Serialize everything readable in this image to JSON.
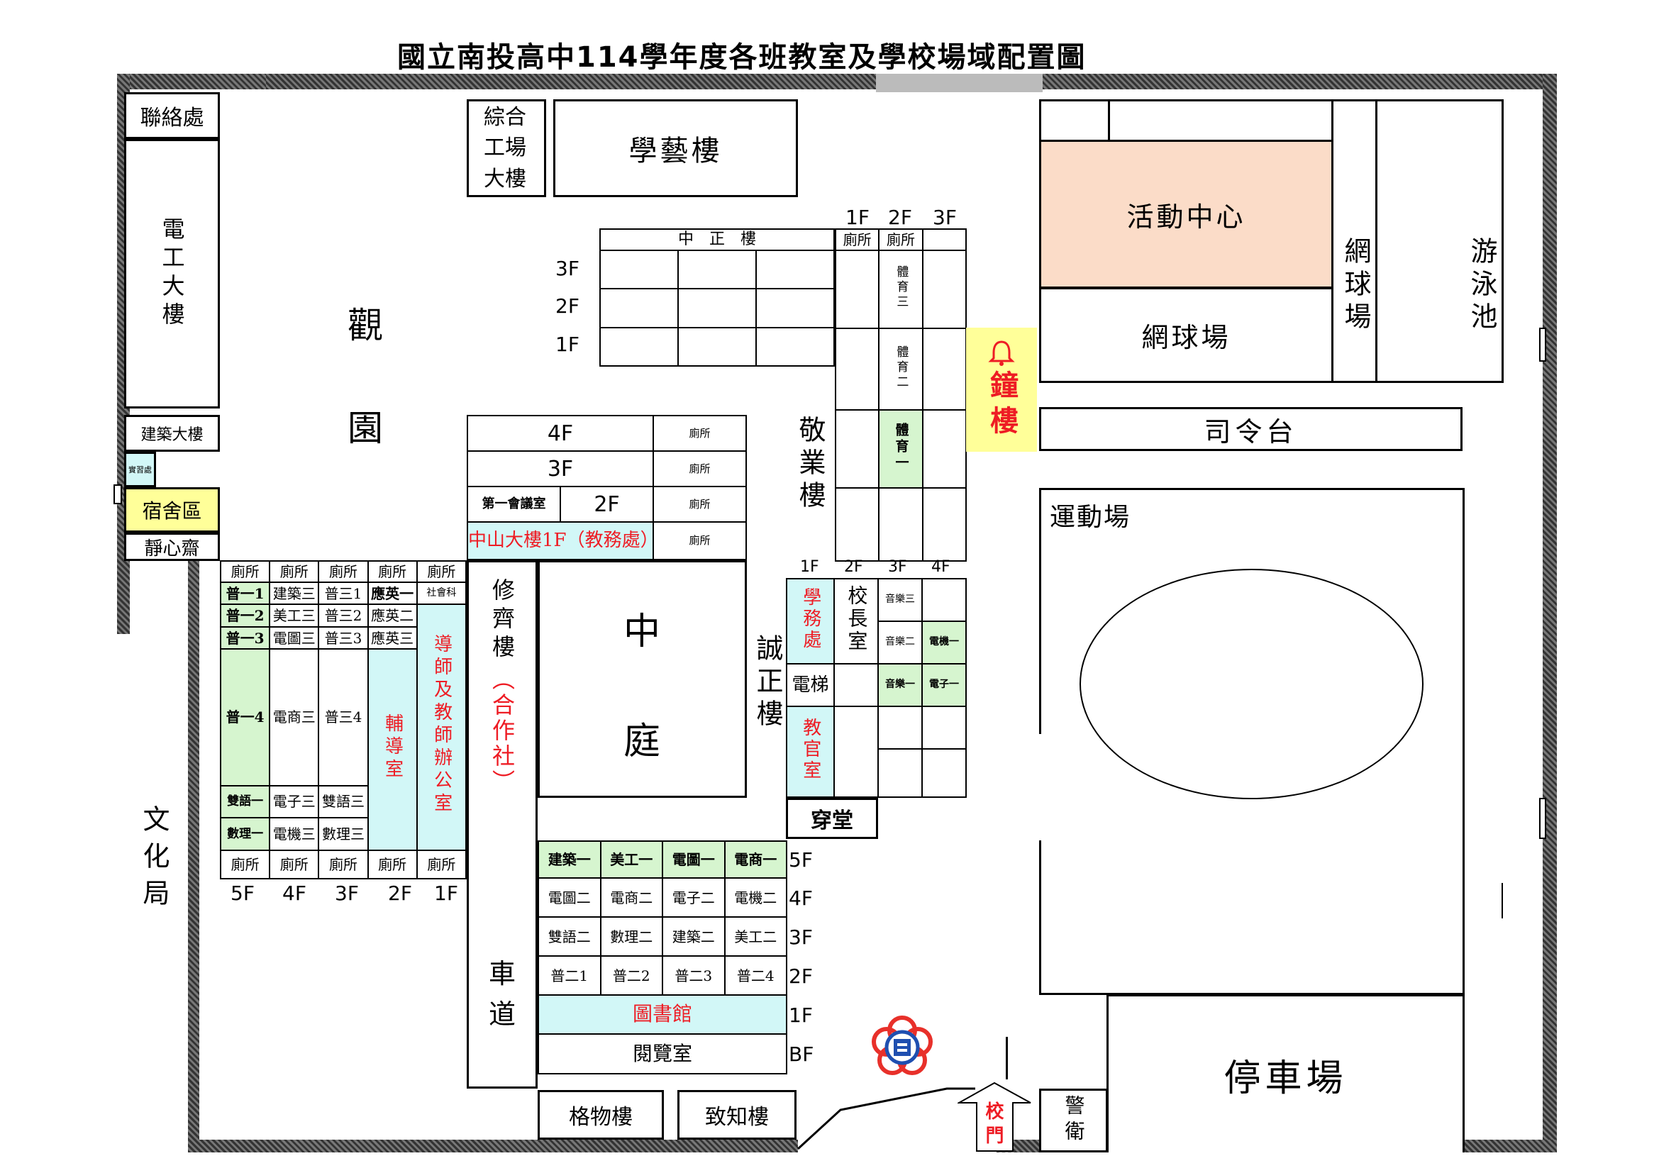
{
  "title": "國立南投高中114學年度各班教室及學校場域配置圖",
  "buildings": {
    "liaison": "聯絡處",
    "dianGong": "電工大樓",
    "guanYuan": [
      "觀",
      "園"
    ],
    "jianZhu": "建築大樓",
    "shiXi": "實習處",
    "dorm": "宿舍區",
    "jingXin": "靜心齋",
    "zongHe": "綜合工場大樓",
    "xueYi": "學藝樓",
    "zhongZheng": "中　正　樓",
    "activity": "活動中心",
    "tennis": "網球場",
    "tennis2": "網球場",
    "pool": "游泳池",
    "bell": "鐘樓",
    "stage": "司令台",
    "sports": "運動場",
    "jingYe": "敬業樓",
    "conference": "第一會議室",
    "zhongShan": "中山大樓1F（教務處）",
    "xiuQi": "修齊樓",
    "coop": "（合作社）",
    "courtyard": [
      "中",
      "庭"
    ],
    "chengZheng": "誠正樓",
    "chuanTang": "穿堂",
    "library": "圖書館",
    "reading": "閱覽室",
    "road": [
      "車",
      "道"
    ],
    "gewu": "格物樓",
    "zhizhi": "致知樓",
    "gate": [
      "校",
      "門"
    ],
    "guard": "警衛",
    "parking": "停車場",
    "culture": "文化局"
  },
  "floors": {
    "zz_left": [
      "3F",
      "2F",
      "1F"
    ],
    "zz_right": [
      "1F",
      "2F",
      "3F"
    ],
    "jy": [
      "4F",
      "3F",
      "2F"
    ],
    "xy_bottom": [
      "5F",
      "4F",
      "3F",
      "2F",
      "1F",
      "BF"
    ],
    "cz_top": [
      "1F",
      "2F",
      "3F",
      "4F"
    ],
    "south_right": [
      "5F",
      "4F",
      "3F",
      "2F",
      "1F",
      "BF"
    ]
  },
  "restroom": "廁所",
  "zhongzheng_east": {
    "restrooms": [
      "廁所",
      "廁所"
    ],
    "pe3": "體育三",
    "pe2": "體育二",
    "pe1": "體育一"
  },
  "west_block": {
    "rows": [
      [
        "普一1",
        "建築三",
        "普三1",
        "應英一",
        "社會科"
      ],
      [
        "普一2",
        "美工三",
        "普三2",
        "應英二",
        ""
      ],
      [
        "普一3",
        "電圖三",
        "普三3",
        "應英三",
        ""
      ],
      [
        "普一4",
        "電商三",
        "普三4",
        "",
        ""
      ],
      [
        "雙語一",
        "電子三",
        "雙語三",
        "",
        ""
      ],
      [
        "數理一",
        "電機三",
        "數理三",
        "",
        ""
      ]
    ],
    "fudao": "輔導室",
    "teachers": "導師及教師辦公室"
  },
  "chengzheng_block": {
    "academic": "學務處",
    "principal": "校長室",
    "elevator": "電梯",
    "military": "教官室",
    "music3": "音樂三",
    "music2": "音樂二",
    "music1": "音樂一",
    "elec_machine1": "電機一",
    "electronics1": "電子一"
  },
  "south_block": {
    "rows": [
      [
        "建築一",
        "美工一",
        "電圖一",
        "電商一"
      ],
      [
        "電圖二",
        "電商二",
        "電子二",
        "電機二"
      ],
      [
        "雙語二",
        "數理二",
        "建築二",
        "美工二"
      ],
      [
        "普二1",
        "普二2",
        "普二3",
        "普二4"
      ]
    ]
  },
  "colors": {
    "red": "#ee1c24",
    "green": "#d6f5cf",
    "cyan": "#d2f7f7",
    "yellow": "#ffff99",
    "peach": "#fbdcc8"
  },
  "icons": [
    "bell-icon",
    "school-emblem-icon",
    "gate-arrow-icon"
  ]
}
